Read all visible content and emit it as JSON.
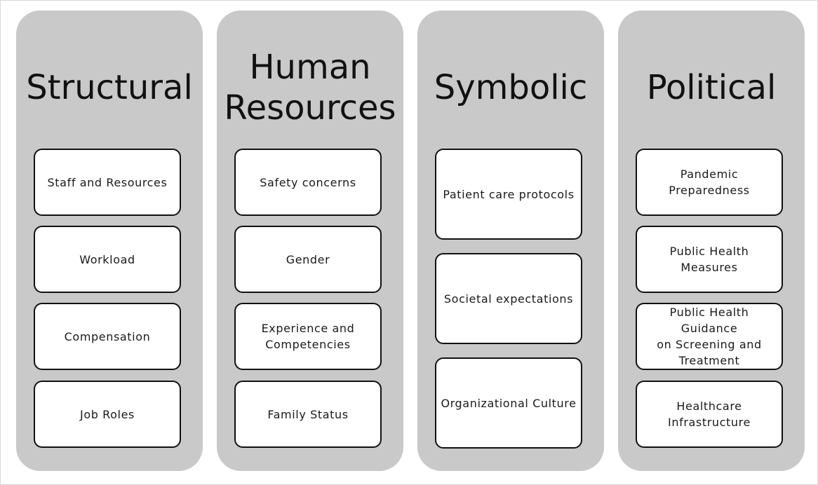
{
  "columns": [
    {
      "title": "Structural",
      "items": [
        "Staff and Resources",
        "Workload",
        "Compensation",
        "Job Roles"
      ]
    },
    {
      "title": "Human\nResources",
      "items": [
        "Safety concerns",
        "Gender",
        "Experience and\nCompetencies",
        "Family Status"
      ]
    },
    {
      "title": "Symbolic",
      "items": [
        "Patient care protocols",
        "Societal expectations",
        "Organizational Culture"
      ]
    },
    {
      "title": "Political",
      "items": [
        "Pandemic\nPreparedness",
        "Public Health\nMeasures",
        "Public Health Guidance\non Screening and\nTreatment",
        "Healthcare\nInfrastructure"
      ]
    }
  ],
  "colors": {
    "column_fill": "#c9c9c9",
    "card_fill": "#ffffff",
    "card_border": "#111111",
    "text": "#111111"
  }
}
